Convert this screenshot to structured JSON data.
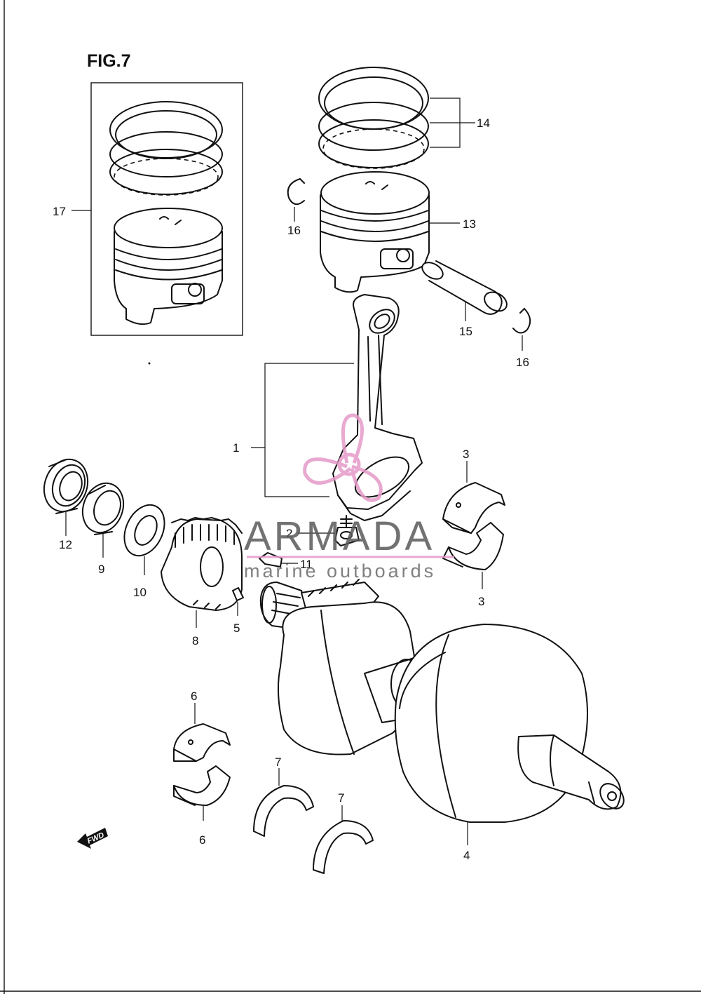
{
  "figure": {
    "title": "FIG.7"
  },
  "callouts": {
    "p1": "1",
    "p2": "2",
    "p3a": "3",
    "p3b": "3",
    "p4": "4",
    "p5": "5",
    "p6a": "6",
    "p6b": "6",
    "p7a": "7",
    "p7b": "7",
    "p8": "8",
    "p9": "9",
    "p10": "10",
    "p11": "11",
    "p12": "12",
    "p13": "13",
    "p14": "14",
    "p15": "15",
    "p16a": "16",
    "p16b": "16",
    "p17": "17"
  },
  "fwd_label": "FWD",
  "watermark": {
    "brand": "ARMADA",
    "tagline": "marine outboards",
    "logo_color": "#e59ac8",
    "line_color": "#e59ac8"
  }
}
